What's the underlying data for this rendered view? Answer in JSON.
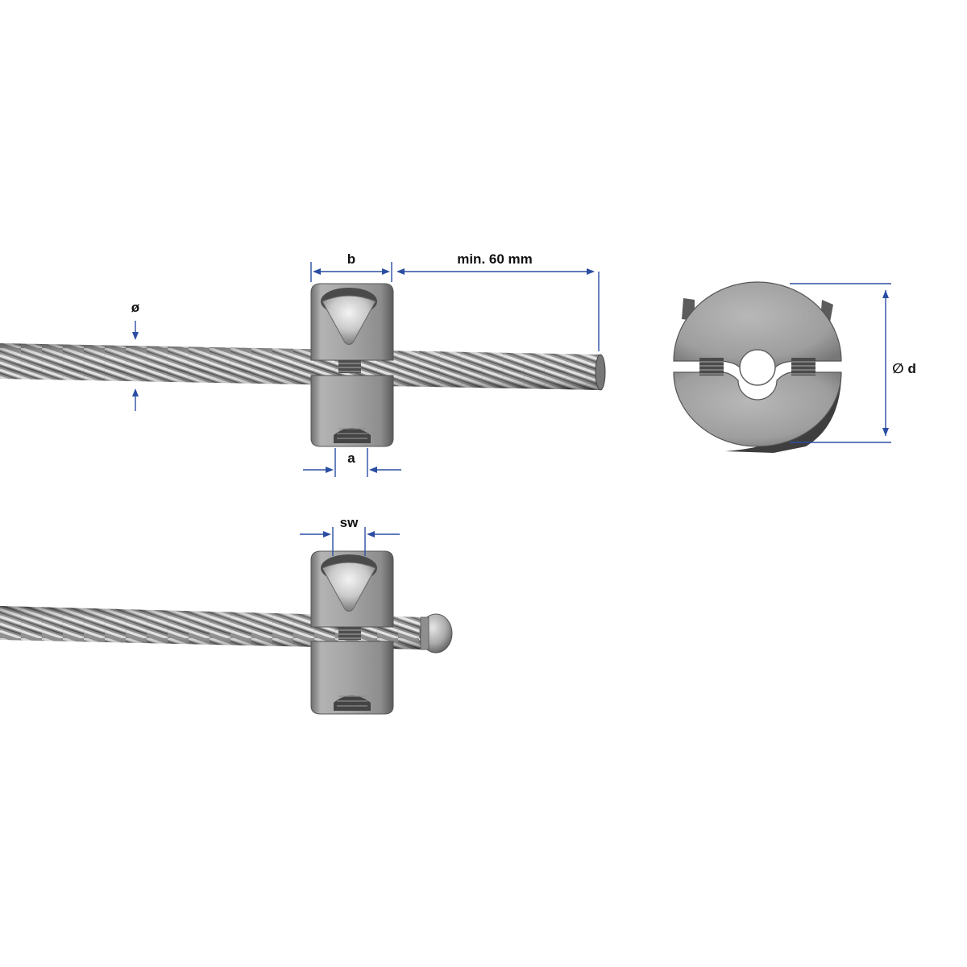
{
  "labels": {
    "cable_diameter": "ø",
    "width_b": "b",
    "min_length": "min. 60 mm",
    "dimension_a": "a",
    "outer_diameter": "∅ d",
    "wrench_size": "sw"
  },
  "colors": {
    "dimension_lines": "#2b4ea2",
    "steel_light": "#d9d9d9",
    "steel_dark": "#6b6b6b",
    "background": "#ffffff"
  },
  "icons": {
    "cable": "wire-rope",
    "clamp": "split-cable-clamp",
    "end_cap": "ball-end-cap"
  }
}
